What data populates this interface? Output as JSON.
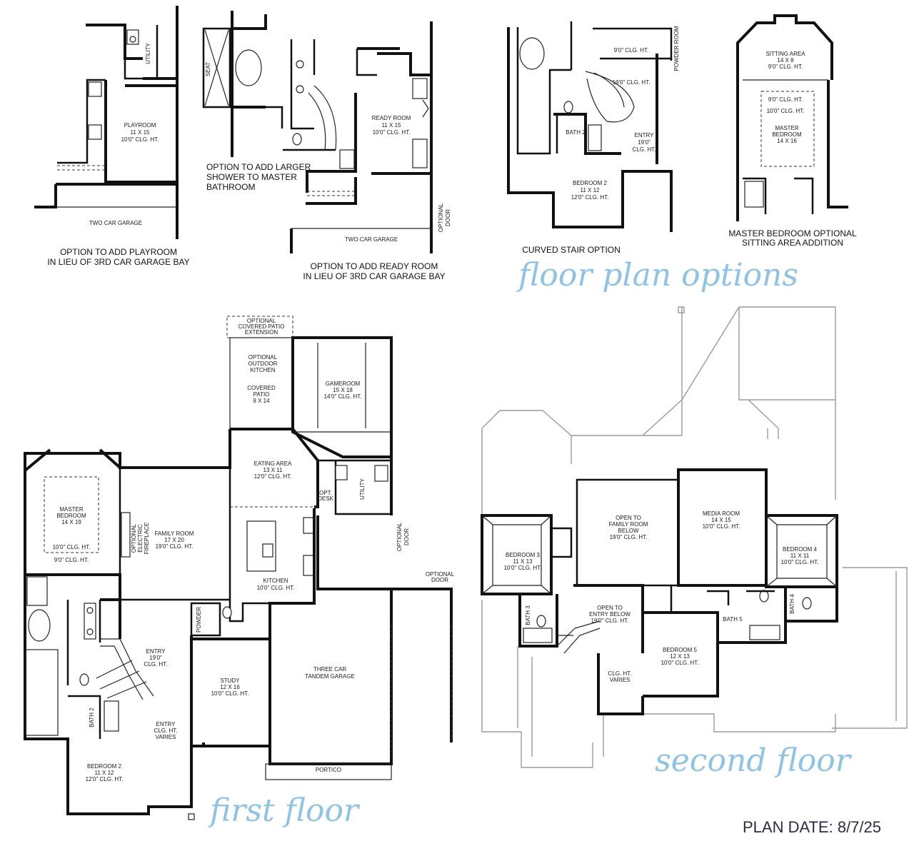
{
  "headings": {
    "options": "floor plan options",
    "first": "first floor",
    "second": "second floor",
    "plan_date": "PLAN DATE: 8/7/25"
  },
  "captions": {
    "playroom_1": "OPTION TO ADD PLAYROOM",
    "playroom_2": "IN LIEU OF 3RD CAR GARAGE BAY",
    "shower_1": "OPTION TO ADD LARGER",
    "shower_2": "SHOWER TO MASTER",
    "shower_3": "BATHROOM",
    "ready_1": "OPTION TO ADD READY ROOM",
    "ready_2": "IN LIEU OF 3RD CAR GARAGE BAY",
    "stair": "CURVED STAIR OPTION",
    "sitting_1": "MASTER BEDROOM OPTIONAL",
    "sitting_2": "SITTING AREA ADDITION"
  },
  "options": {
    "playroom": [
      "PLAYROOM",
      "11 X 15",
      "10'0\" CLG. HT."
    ],
    "utility": "UTILITY",
    "two_car_garage": "TWO CAR GARAGE",
    "seat": "SEAT",
    "ready_room": [
      "READY ROOM",
      "11 X 15",
      "10'0\" CLG. HT."
    ],
    "optional_door": [
      "OPTIONAL",
      "DOOR"
    ],
    "stair_ceiling_top": "9'0\" CLG. HT.",
    "stair_ceiling": "19'0\" CLG. HT.",
    "powder_room": "POWDER ROOM",
    "bath_2": "BATH 2",
    "entry": [
      "ENTRY",
      "19'0\"",
      "CLG. HT."
    ],
    "bedroom_2": [
      "BEDROOM 2",
      "11 X 12",
      "12'0\" CLG. HT."
    ],
    "sitting_area": [
      "SITTING AREA",
      "14 X 8",
      "9'0\" CLG. HT."
    ],
    "sitting_ceiling_1": "9'0\" CLG. HT.",
    "sitting_ceiling_2": "10'0\" CLG. HT.",
    "master_bedroom": [
      "MASTER",
      "BEDROOM",
      "14 X 16"
    ]
  },
  "first_floor": {
    "patio_ext": [
      "OPTIONAL",
      "COVERED PATIO",
      "EXTENSION"
    ],
    "outdoor_kitchen": [
      "OPTIONAL",
      "OUTDOOR",
      "KITCHEN"
    ],
    "covered_patio": [
      "COVERED",
      "PATIO",
      "9 X 14"
    ],
    "gameroom": [
      "GAMEROOM",
      "15 X 18",
      "14'0\" CLG. HT."
    ],
    "eating_area": [
      "EATING AREA",
      "13 X 11",
      "12'0\" CLG. HT."
    ],
    "utility": "UTILITY",
    "opt_desk": [
      "OPT.",
      "DESK"
    ],
    "optional_door_1": [
      "OPTIONAL",
      "DOOR"
    ],
    "optional_door_2": [
      "OPTIONAL",
      "DOOR"
    ],
    "master_bedroom": [
      "MASTER",
      "BEDROOM",
      "14 X 19"
    ],
    "master_ceiling_1": "10'0\" CLG. HT.",
    "master_ceiling_2": "9'0\" CLG. HT.",
    "fireplace": [
      "OPTIONAL",
      "ELECTRIC",
      "FIREPLACE"
    ],
    "family_room": [
      "FAMILY ROOM",
      "17 X 20",
      "19'0\" CLG. HT."
    ],
    "kitchen": [
      "KITCHEN",
      "10'0\" CLG. HT."
    ],
    "powder": "POWDER",
    "entry": [
      "ENTRY",
      "19'0\"",
      "CLG. HT."
    ],
    "entry_2": [
      "ENTRY",
      "CLG. HT.",
      "VARIES"
    ],
    "study": [
      "STUDY",
      "12 X 16",
      "10'0\" CLG. HT."
    ],
    "garage": [
      "THREE CAR",
      "TANDEM GARAGE"
    ],
    "bath_2": "BATH 2",
    "bedroom_2": [
      "BEDROOM 2",
      "11 X 12",
      "12'0\" CLG. HT."
    ],
    "portico": "PORTICO"
  },
  "second_floor": {
    "open_family": [
      "OPEN TO",
      "FAMILY ROOM",
      "BELOW",
      "19'0\" CLG. HT."
    ],
    "media_room": [
      "MEDIA ROOM",
      "14 X 15",
      "10'0\" CLG. HT."
    ],
    "bedroom_3": [
      "BEDROOM 3",
      "11 X 13",
      "10'0\" CLG. HT."
    ],
    "bedroom_4": [
      "BEDROOM 4",
      "11 X 11",
      "10'0\" CLG. HT."
    ],
    "open_entry": [
      "OPEN TO",
      "ENTRY BELOW",
      "19'0\" CLG. HT."
    ],
    "bath_3": "BATH 3",
    "bath_4": "BATH 4",
    "bath_5": "BATH 5",
    "bedroom_5": [
      "BEDROOM 5",
      "12 X 13",
      "10'0\" CLG. HT."
    ],
    "clg_varies": [
      "CLG. HT.",
      "VARIES"
    ]
  }
}
